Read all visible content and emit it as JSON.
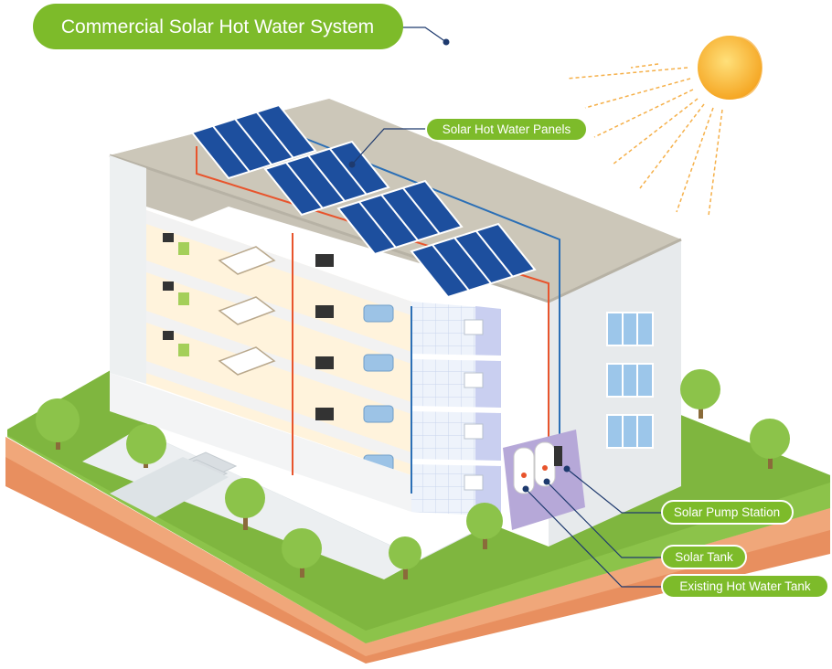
{
  "title": "Commercial Solar Hot Water System",
  "labels": {
    "panels": "Solar Hot Water Panels",
    "pump_station": "Solar Pump Station",
    "solar_tank": "Solar Tank",
    "existing_tank": "Existing Hot Water Tank"
  },
  "colors": {
    "accent_green": "#7dbb2a",
    "label_border": "#8fc23a",
    "leader_line": "#1e3a6e",
    "panel_blue": "#1d4f9e",
    "sun": "#f7b72e",
    "grass": "#8cc34a",
    "soil": "#ec9a6b",
    "hot_pipe": "#e8542c",
    "cold_pipe": "#2b6fb6"
  },
  "icons": [
    "sun-icon",
    "tree-icon",
    "bed-icon",
    "sofa-icon",
    "tv-icon",
    "sink-icon",
    "tank-icon",
    "window-icon"
  ]
}
